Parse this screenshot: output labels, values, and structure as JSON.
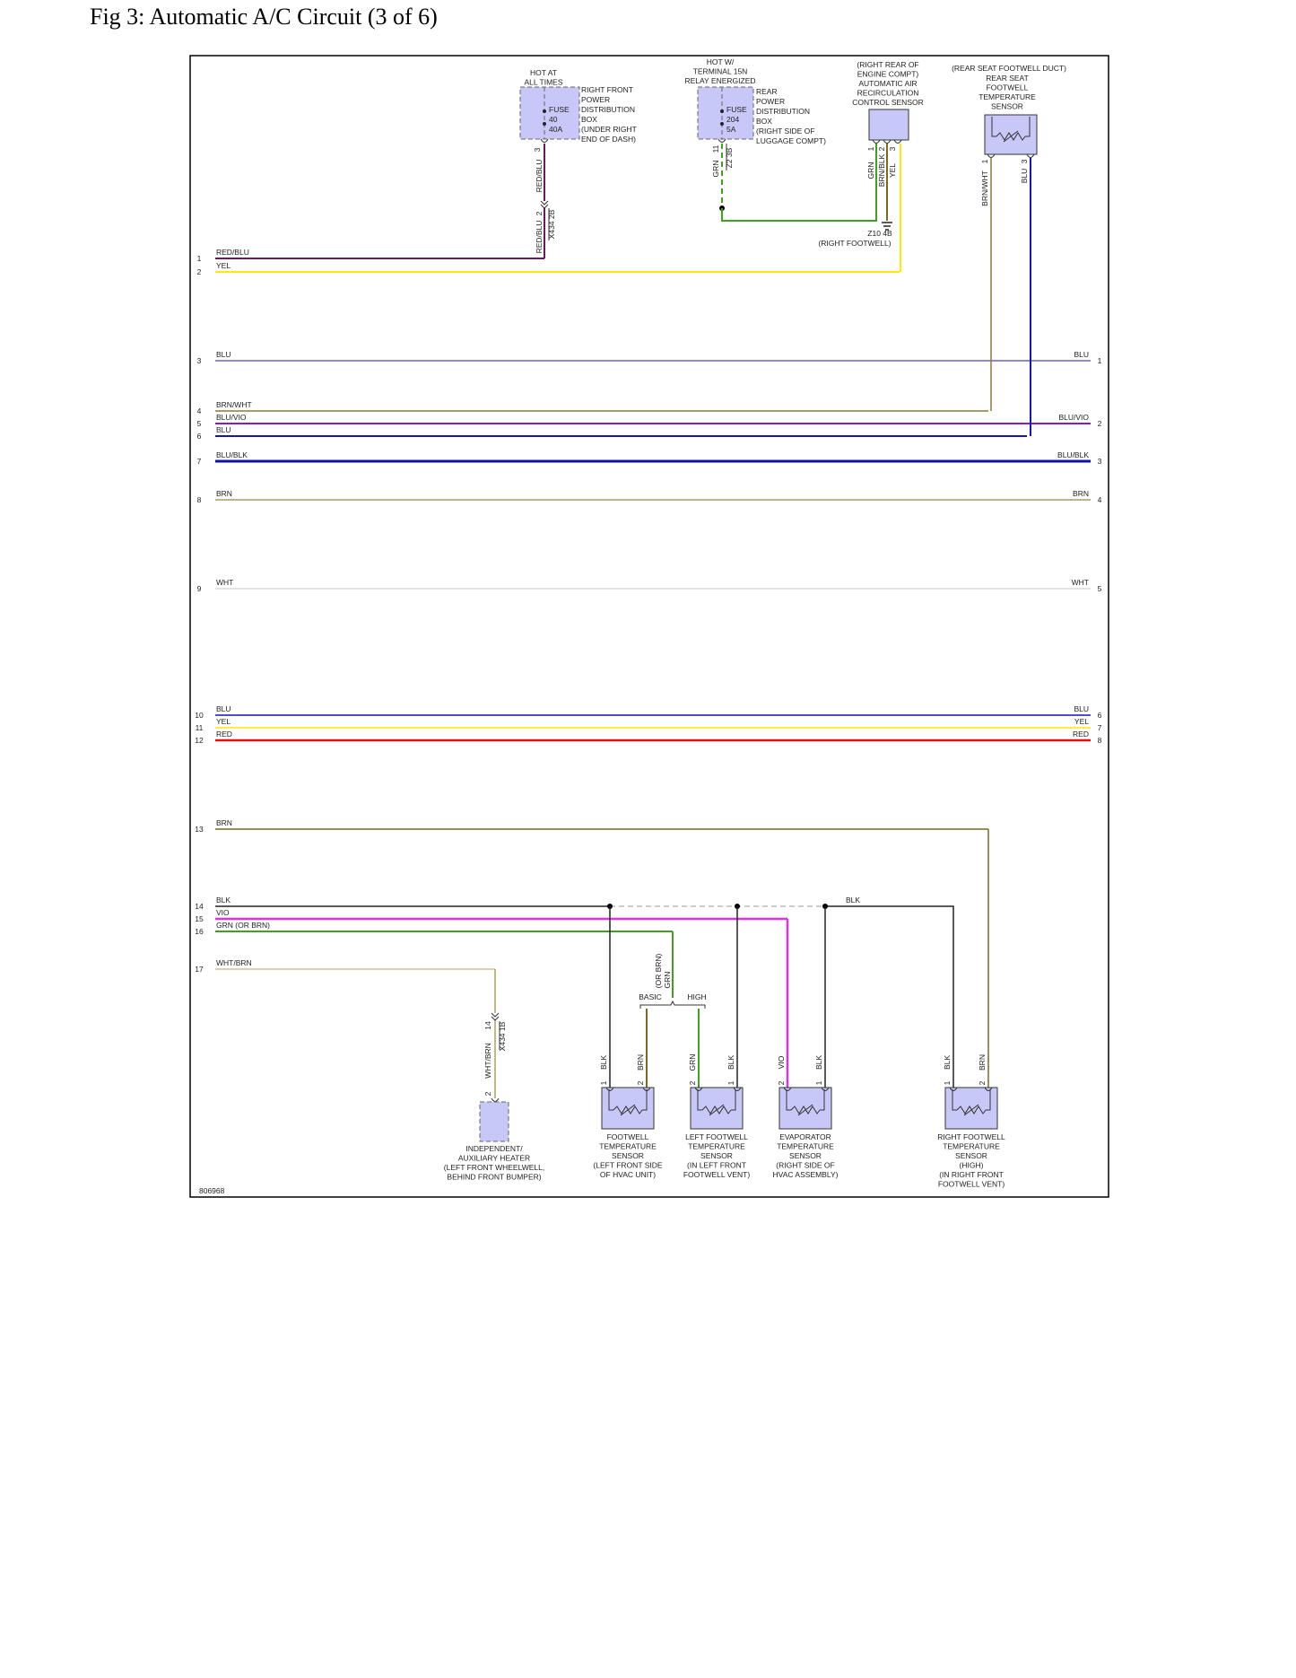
{
  "title": "Fig 3: Automatic A/C Circuit (3 of 6)",
  "diagram_id": "806968",
  "colors": {
    "RED/BLU": "#6a1a5a",
    "YEL": "#ffea00",
    "BLU": "#1515b0",
    "BRN/WHT": "#8b7a3a",
    "BLU/VIO": "#9018c0",
    "BLU/BLK": "#1010a0",
    "BRN": "#7a6a20",
    "WHT": "#c8c8c8",
    "RED": "#e01010",
    "BLK": "#222222",
    "VIO": "#e030e0",
    "GRN": "#40a020",
    "WHT/BRN": "#b0a060",
    "component_fill": "#c8c8f8"
  },
  "left_terminals": [
    {
      "num": "1",
      "label": "RED/BLU"
    },
    {
      "num": "2",
      "label": "YEL"
    },
    {
      "num": "3",
      "label": "BLU"
    },
    {
      "num": "4",
      "label": "BRN/WHT"
    },
    {
      "num": "5",
      "label": "BLU/VIO"
    },
    {
      "num": "6",
      "label": "BLU"
    },
    {
      "num": "7",
      "label": "BLU/BLK"
    },
    {
      "num": "8",
      "label": "BRN"
    },
    {
      "num": "9",
      "label": "WHT"
    },
    {
      "num": "10",
      "label": "BLU"
    },
    {
      "num": "11",
      "label": "YEL"
    },
    {
      "num": "12",
      "label": "RED"
    },
    {
      "num": "13",
      "label": "BRN"
    },
    {
      "num": "14",
      "label": "BLK"
    },
    {
      "num": "15",
      "label": "VIO"
    },
    {
      "num": "16",
      "label": "GRN  (OR BRN)"
    },
    {
      "num": "17",
      "label": "WHT/BRN"
    }
  ],
  "right_terminals": [
    {
      "num": "1",
      "label": "BLU"
    },
    {
      "num": "2",
      "label": "BLU/VIO"
    },
    {
      "num": "3",
      "label": "BLU/BLK"
    },
    {
      "num": "4",
      "label": "BRN"
    },
    {
      "num": "5",
      "label": "WHT"
    },
    {
      "num": "6",
      "label": "BLU"
    },
    {
      "num": "7",
      "label": "YEL"
    },
    {
      "num": "8",
      "label": "RED"
    }
  ],
  "fuse40": {
    "hot": [
      "HOT AT",
      "ALL TIMES"
    ],
    "text": [
      "FUSE",
      "40",
      "40A"
    ],
    "desc": [
      "RIGHT FRONT",
      "POWER",
      "DISTRIBUTION",
      "BOX",
      "(UNDER RIGHT",
      "END OF DASH)"
    ],
    "pin": "3",
    "wire": "RED/BLU",
    "conn_pin": "2",
    "conn": "X434 2B"
  },
  "fuse204": {
    "hot": [
      "HOT W/",
      "TERMINAL 15N",
      "RELAY ENERGIZED"
    ],
    "text": [
      "FUSE",
      "204",
      "5A"
    ],
    "desc": [
      "REAR",
      "POWER",
      "DISTRIBUTION",
      "BOX",
      "(RIGHT SIDE OF",
      "LUGGAGE COMPT)"
    ],
    "pin": "11",
    "wire": "GRN",
    "conn": "Z2 3B"
  },
  "recirc_sensor": {
    "label": [
      "(RIGHT REAR OF",
      "ENGINE COMPT)",
      "AUTOMATIC AIR",
      "RECIRCULATION",
      "CONTROL SENSOR"
    ],
    "pins": [
      "1",
      "2",
      "3"
    ],
    "wires": [
      "GRN",
      "BRN/BLK",
      "YEL"
    ],
    "ground": [
      "Z10 4B",
      "(RIGHT FOOTWELL)"
    ]
  },
  "rear_sensor": {
    "label": [
      "(REAR SEAT FOOTWELL DUCT)",
      "REAR SEAT",
      "FOOTWELL",
      "TEMPERATURE",
      "SENSOR"
    ],
    "pins": [
      "1",
      "3"
    ],
    "wires": [
      "BRN/WHT",
      "BLU"
    ]
  },
  "heater": {
    "label": [
      "INDEPENDENT/",
      "AUXILIARY HEATER",
      "(LEFT FRONT WHEELWELL,",
      "BEHIND FRONT BUMPER)"
    ],
    "pin": "2",
    "wire": "WHT/BRN",
    "conn_pin": "14",
    "conn": "X434 1B"
  },
  "footwell_sensor": {
    "label": [
      "FOOTWELL",
      "TEMPERATURE",
      "SENSOR",
      "(LEFT FRONT SIDE",
      "OF HVAC UNIT)"
    ],
    "pins": [
      "1",
      "2"
    ],
    "wires": [
      "BLK",
      "BRN"
    ]
  },
  "left_footwell_sensor": {
    "label": [
      "LEFT FOOTWELL",
      "TEMPERATURE",
      "SENSOR",
      "(IN LEFT FRONT",
      "FOOTWELL VENT)"
    ],
    "pins": [
      "2",
      "1"
    ],
    "wires": [
      "GRN",
      "BLK"
    ]
  },
  "evap_sensor": {
    "label": [
      "EVAPORATOR",
      "TEMPERATURE",
      "SENSOR",
      "(RIGHT SIDE OF",
      "HVAC ASSEMBLY)"
    ],
    "pins": [
      "2",
      "1"
    ],
    "wires": [
      "VIO",
      "BLK"
    ]
  },
  "right_footwell_sensor": {
    "label": [
      "RIGHT FOOTWELL",
      "TEMPERATURE",
      "SENSOR",
      "(HIGH)",
      "(IN RIGHT FRONT",
      "FOOTWELL VENT)"
    ],
    "pins": [
      "1",
      "2"
    ],
    "wires": [
      "BLK",
      "BRN"
    ]
  },
  "split": {
    "wire_top": [
      "(OR BRN)",
      "GRN"
    ],
    "basic": "BASIC",
    "high": "HIGH"
  },
  "blk_bus_label": "BLK"
}
